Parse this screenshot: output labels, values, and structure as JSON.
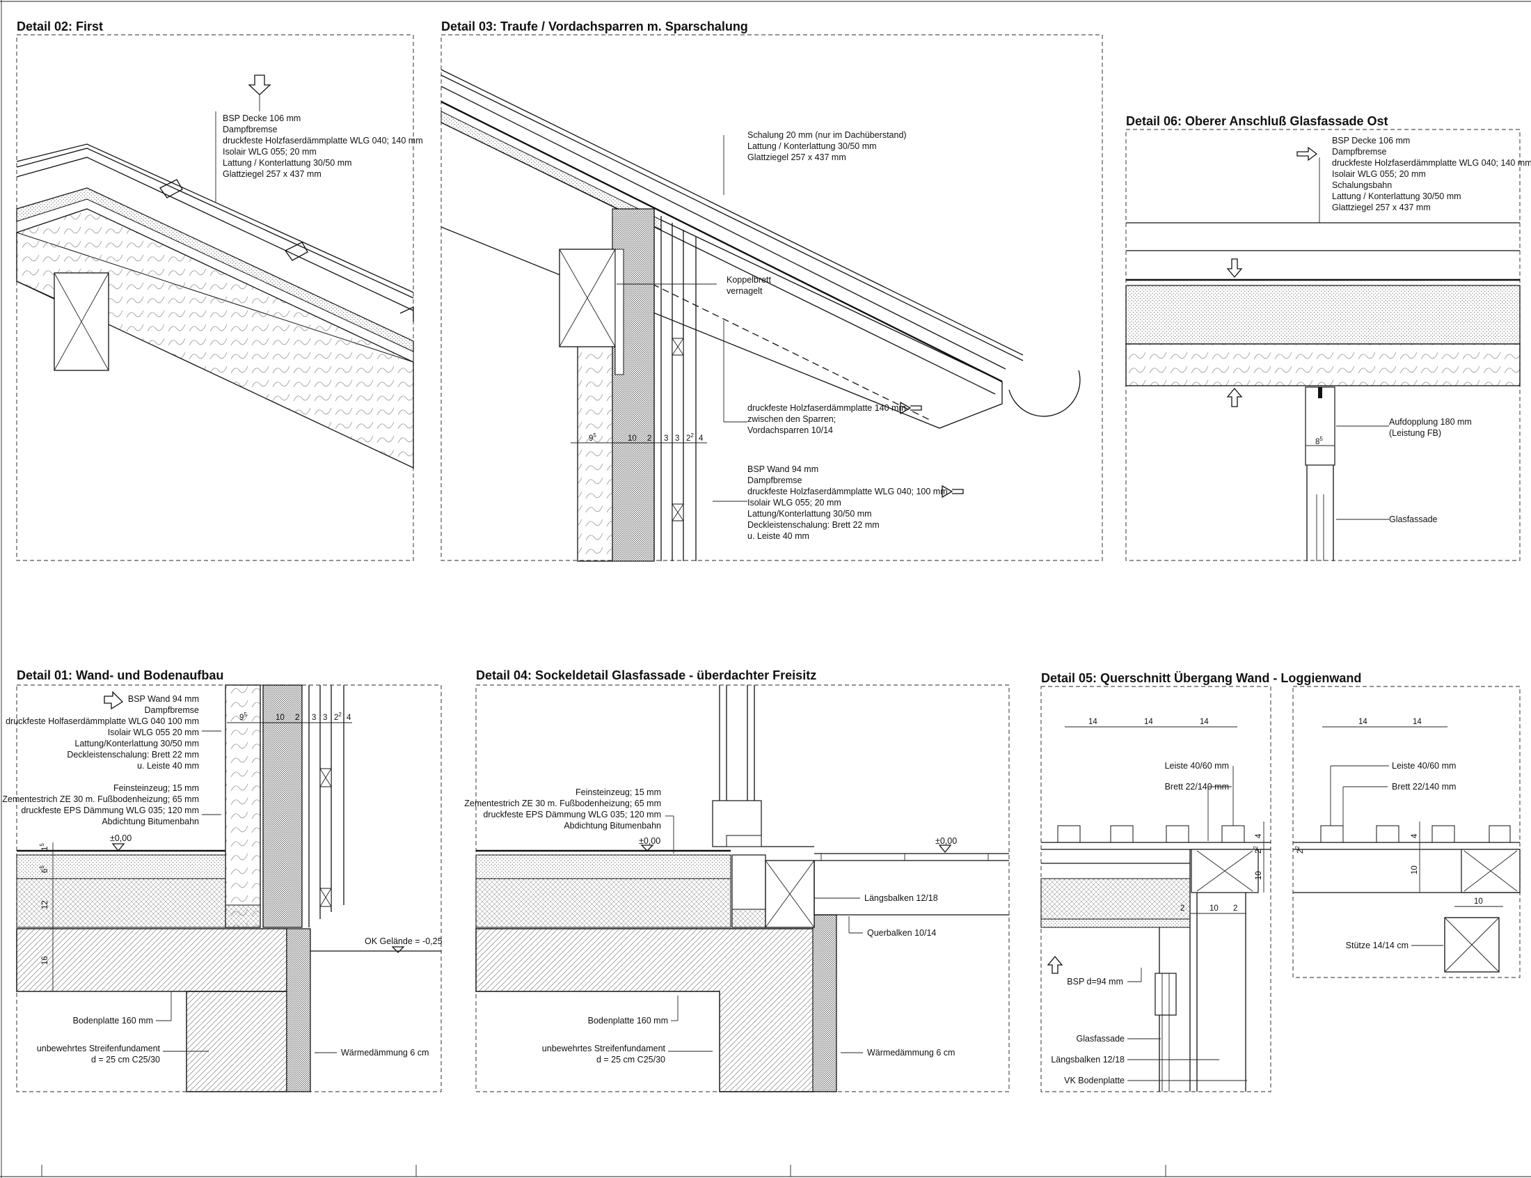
{
  "details": {
    "d02": {
      "title": "Detail 02: First",
      "note": [
        "BSP Decke 106 mm",
        "Dampfbremse",
        "druckfeste Holzfaserdämmplatte WLG 040; 140 mm",
        "Isolair WLG 055; 20 mm",
        "Lattung / Konterlattung 30/50 mm",
        "Glattziegel 257 x 437 mm"
      ]
    },
    "d03": {
      "title": "Detail 03: Traufe / Vordachsparren m. Sparschalung",
      "note_top": [
        "Schalung 20 mm (nur im Dachüberstand)",
        "Lattung / Konterlattung 30/50 mm",
        "Glattziegel 257 x 437 mm"
      ],
      "note_koppel": [
        "Koppelbrett",
        "vernagelt"
      ],
      "note_mid": [
        "druckfeste Holzfaserdämmplatte 140 mm",
        "zwischen den Sparren;",
        "Vordachsparren 10/14"
      ],
      "note_wall": [
        "BSP Wand 94 mm",
        "Dampfbremse",
        "druckfeste Holzfaserdämmplatte WLG 040; 100 mm",
        "Isolair WLG 055; 20 mm",
        "Lattung/Konterlattung 30/50 mm",
        "Deckleistenschalung: Brett 22 mm",
        "u. Leiste 40 mm"
      ],
      "dims": [
        {
          "v": "9",
          "s": "5"
        },
        {
          "v": "10",
          "s": ""
        },
        {
          "v": "2",
          "s": ""
        },
        {
          "v": "3",
          "s": ""
        },
        {
          "v": "3",
          "s": ""
        },
        {
          "v": "2",
          "s": "2"
        },
        {
          "v": "4",
          "s": ""
        }
      ]
    },
    "d06": {
      "title": "Detail 06: Oberer Anschluß Glasfassade Ost",
      "note": [
        "BSP Decke 106 mm",
        "Dampfbremse",
        "druckfeste Holzfaserdämmplatte WLG 040; 140 mm",
        "Isolair WLG 055; 20 mm",
        "Schalungsbahn",
        "Lattung / Konterlattung 30/50 mm",
        "Glattziegel 257 x 437 mm"
      ],
      "note_auf": [
        "Aufdopplung 180 mm",
        "(Leistung FB)"
      ],
      "note_glas": "Glasfassade",
      "dim": {
        "v": "8",
        "s": "5"
      }
    },
    "d01": {
      "title": "Detail 01: Wand- und Bodenaufbau",
      "note_wall": [
        "BSP Wand 94 mm",
        "Dampfbremse",
        "druckfeste Holfaserdämmplatte WLG 040 100 mm",
        "Isolair WLG 055 20 mm",
        "Lattung/Konterlattung 30/50 mm",
        "Deckleistenschalung: Brett 22 mm",
        "u. Leiste 40 mm"
      ],
      "note_floor": [
        "Feinsteinzeug; 15 mm",
        "Zementestrich ZE 30 m. Fußbodenheizung; 65 mm",
        "druckfeste EPS Dämmung WLG 035; 120 mm",
        "Abdichtung Bitumenbahn"
      ],
      "level": "±0,00",
      "gelaende": "OK Gelände = -0,25",
      "bodenplatte": "Bodenplatte 160 mm",
      "streifen": [
        "unbewehrtes Streifenfundament",
        "d = 25 cm C25/30"
      ],
      "waerme": "Wärmedämmung 6 cm",
      "dims_v": [
        {
          "v": "1",
          "s": "5"
        },
        {
          "v": "6",
          "s": "5"
        },
        {
          "v": "12",
          "s": ""
        },
        {
          "v": "16",
          "s": ""
        }
      ],
      "dims_h": [
        {
          "v": "9",
          "s": "5"
        },
        {
          "v": "10",
          "s": ""
        },
        {
          "v": "2",
          "s": ""
        },
        {
          "v": "3",
          "s": ""
        },
        {
          "v": "3",
          "s": ""
        },
        {
          "v": "2",
          "s": "2"
        },
        {
          "v": "4",
          "s": ""
        }
      ]
    },
    "d04": {
      "title": "Detail 04: Sockeldetail Glasfassade - überdachter Freisitz",
      "note_floor": [
        "Feinsteinzeug; 15 mm",
        "Zementestrich ZE 30 m. Fußbodenheizung; 65 mm",
        "druckfeste EPS Dämmung WLG 035; 120 mm",
        "Abdichtung Bitumenbahn"
      ],
      "level1": "±0,00",
      "level2": "±0,00",
      "laengs": "Längsbalken 12/18",
      "quer": "Querbalken 10/14",
      "bodenplatte": "Bodenplatte 160 mm",
      "streifen": [
        "unbewehrtes Streifenfundament",
        "d = 25 cm C25/30"
      ],
      "waerme": "Wärmedämmung 6 cm"
    },
    "d05": {
      "title": "Detail 05: Querschnitt Übergang Wand - Loggienwand",
      "dims_a": [
        "14",
        "14",
        "14"
      ],
      "dims_b": [
        "14",
        "14"
      ],
      "leiste": "Leiste 40/60 mm",
      "brett": "Brett 22/140 mm",
      "leiste_b": "Leiste 40/60 mm",
      "brett_b": "Brett 22/140 mm",
      "bsp": "BSP d=94 mm",
      "glas": "Glasfassade",
      "laengs": "Längsbalken 12/18",
      "vk": "VK Bodenplatte",
      "stuetze": "Stütze 14/14 cm",
      "dims_misc": [
        {
          "v": "2",
          "s": "2"
        },
        {
          "v": "4",
          "s": ""
        },
        {
          "v": "2",
          "s": ""
        },
        {
          "v": "10",
          "s": ""
        },
        {
          "v": "2",
          "s": ""
        },
        {
          "v": "10",
          "s": ""
        },
        {
          "v": "2",
          "s": "2"
        },
        {
          "v": "4",
          "s": ""
        },
        {
          "v": "10",
          "s": ""
        },
        {
          "v": "10",
          "s": ""
        }
      ]
    }
  }
}
